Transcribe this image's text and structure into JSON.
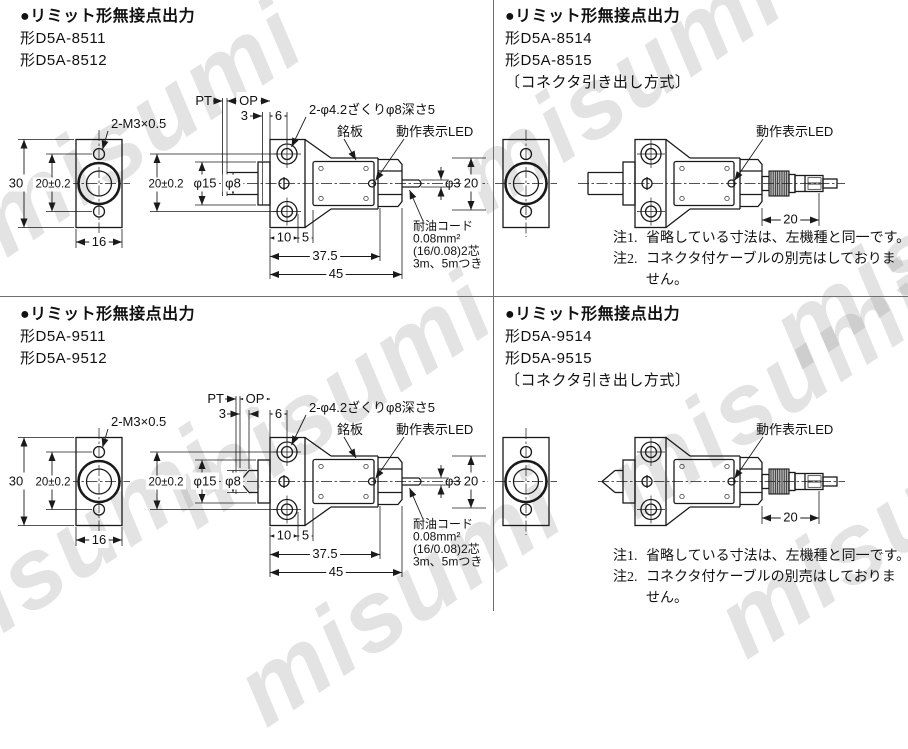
{
  "page": {
    "bg": "#ffffff",
    "line_color": "#1a1a1a",
    "divider_color": "#6e6e6e"
  },
  "watermark": {
    "text": "misumi",
    "color": "#bfbfbf"
  },
  "quadrants": {
    "tl": {
      "title": "●リミット形無接点出力",
      "model1": "形D5A-8511",
      "model2": "形D5A-8512"
    },
    "tr": {
      "title": "●リミット形無接点出力",
      "model1": "形D5A-8514",
      "model2": "形D5A-8515",
      "subtitle": "〔コネクタ引き出し方式〕",
      "note1_label": "注1.",
      "note1": "省略している寸法は、左機種と同一です。",
      "note2_label": "注2.",
      "note2": "コネクタ付ケーブルの別売はしておりま",
      "note2_cont": "せん。"
    },
    "bl": {
      "title": "●リミット形無接点出力",
      "model1": "形D5A-9511",
      "model2": "形D5A-9512"
    },
    "br": {
      "title": "●リミット形無接点出力",
      "model1": "形D5A-9514",
      "model2": "形D5A-9515",
      "subtitle": "〔コネクタ引き出し方式〕",
      "note1_label": "注1.",
      "note1": "省略している寸法は、左機種と同一です。",
      "note2_label": "注2.",
      "note2": "コネクタ付ケーブルの別売はしておりま",
      "note2_cont": "せん。"
    }
  },
  "dims_cable": {
    "screw": "2-M3×0.5",
    "dim30": "30",
    "dim20tol": "20±0.2",
    "dim16": "16",
    "pt": "PT",
    "op": "OP",
    "dim3": "3",
    "dim6": "6",
    "counterbore": "2-φ4.2ざくりφ8深さ5",
    "nameplate": "銘板",
    "led": "動作表示LED",
    "phi15": "φ15",
    "phi8": "φ8",
    "phi3": "φ3",
    "dim20": "20",
    "dim10": "10",
    "dim5": "5",
    "dim375": "37.5",
    "dim45": "45",
    "cord1": "耐油コード",
    "cord2": "0.08mm²",
    "cord3": "(16/0.08)2芯",
    "cord4": "3m、5mつき"
  },
  "dims_connector": {
    "led": "動作表示LED",
    "dim20": "20"
  }
}
